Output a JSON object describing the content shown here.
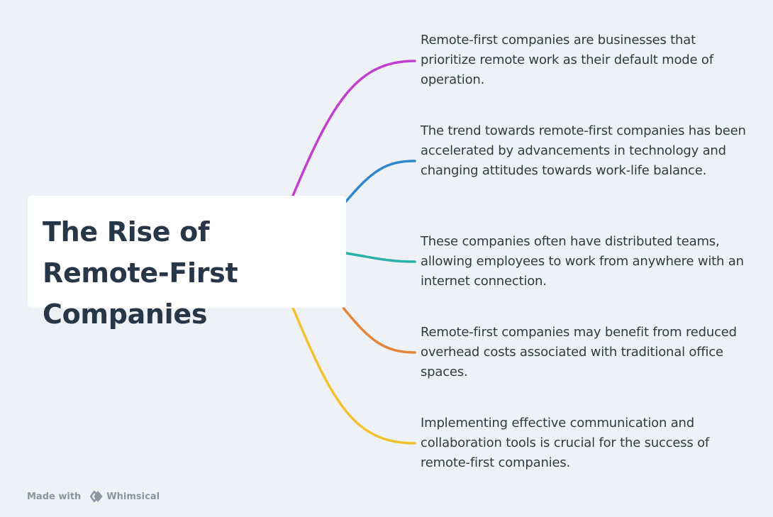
{
  "mindmap": {
    "root": {
      "title": "The Rise of Remote-First Companies"
    },
    "children": [
      {
        "text": "Remote-first companies are businesses that prioritize remote work as their default mode of operation.",
        "color": "#c13fcf"
      },
      {
        "text": "The trend towards remote-first companies has been accelerated by advancements in technology and changing attitudes towards work-life balance.",
        "color": "#2e86cf"
      },
      {
        "text": "These companies often have distributed teams, allowing employees to work from anywhere with an internet connection.",
        "color": "#28b3a6"
      },
      {
        "text": "Remote-first companies may benefit from reduced overhead costs associated with traditional office spaces.",
        "color": "#e5853a"
      },
      {
        "text": "Implementing effective communication and collaboration tools is crucial for the success of remote-first companies.",
        "color": "#f2c12e"
      }
    ]
  },
  "footer": {
    "made_with": "Made with",
    "brand": "Whimsical",
    "logo_icon": "whimsical-logo-icon"
  },
  "colors": {
    "background": "#eef2f7",
    "root_text": "#273747",
    "child_text": "#2f3a46",
    "footer_text": "#8b95a1"
  }
}
